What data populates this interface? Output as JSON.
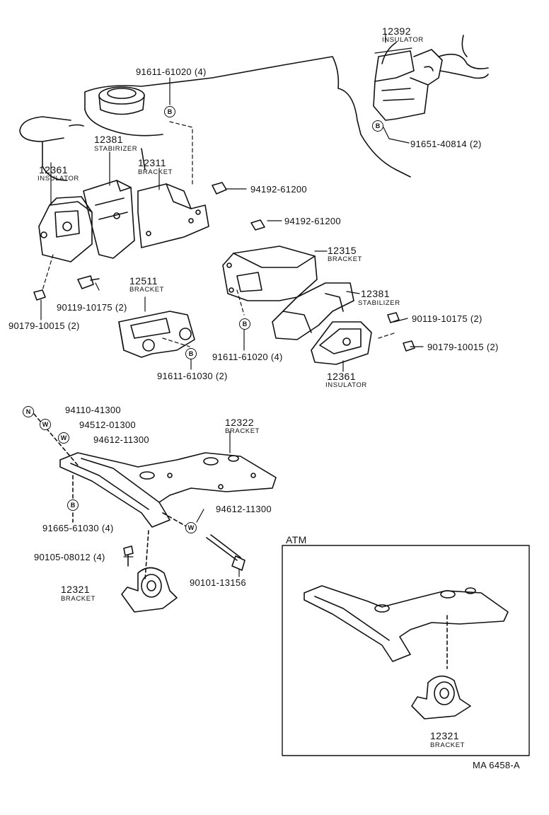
{
  "top_right": {
    "insulator_pn": "12392",
    "insulator_name": "INSULATOR",
    "bolt_pn": "91651-40814 (2)"
  },
  "upper_left": {
    "bolt_top": "91611-61020 (4)",
    "stabilizer_pn": "12381",
    "stabilizer_name": "STABIRIZER",
    "bracket_pn": "12311",
    "bracket_name": "BRACKET",
    "insulator_pn": "12361",
    "insulator_name": "INSULATOR",
    "nut_a": "94192-61200",
    "bolt_left": "90119-10175 (2)",
    "nut_left": "90179-10015 (2)",
    "bracket2_pn": "12511",
    "bracket2_name": "BRACKET",
    "bolt_bracket2": "91611-61030 (2)"
  },
  "upper_right": {
    "nut_b": "94192-61200",
    "bracket_pn": "12315",
    "bracket_name": "BRACKET",
    "stabilizer_pn": "12381",
    "stabilizer_name": "STABILIZER",
    "bolt_right": "90119-10175 (2)",
    "nut_right": "90179-10015 (2)",
    "bolt_mid": "91611-61020 (4)",
    "insulator_pn": "12361",
    "insulator_name": "INSULATOR"
  },
  "lower": {
    "sym_n": "N",
    "sym_w": "W",
    "sym_b": "B",
    "nut": "94110-41300",
    "washer_a": "94512-01300",
    "washer_b": "94612-11300",
    "bracket_pn": "12322",
    "bracket_name": "BRACKET",
    "washer_c": "94612-11300",
    "bolt_b": "91665-61030 (4)",
    "bolt_small": "90105-08012 (4)",
    "bolt_long": "90101-13156",
    "mount_pn": "12321",
    "mount_name": "BRACKET"
  },
  "atm": {
    "title": "ATM",
    "mount_pn": "12321",
    "mount_name": "BRACKET"
  },
  "footer": {
    "code": "MA  6458-A"
  }
}
